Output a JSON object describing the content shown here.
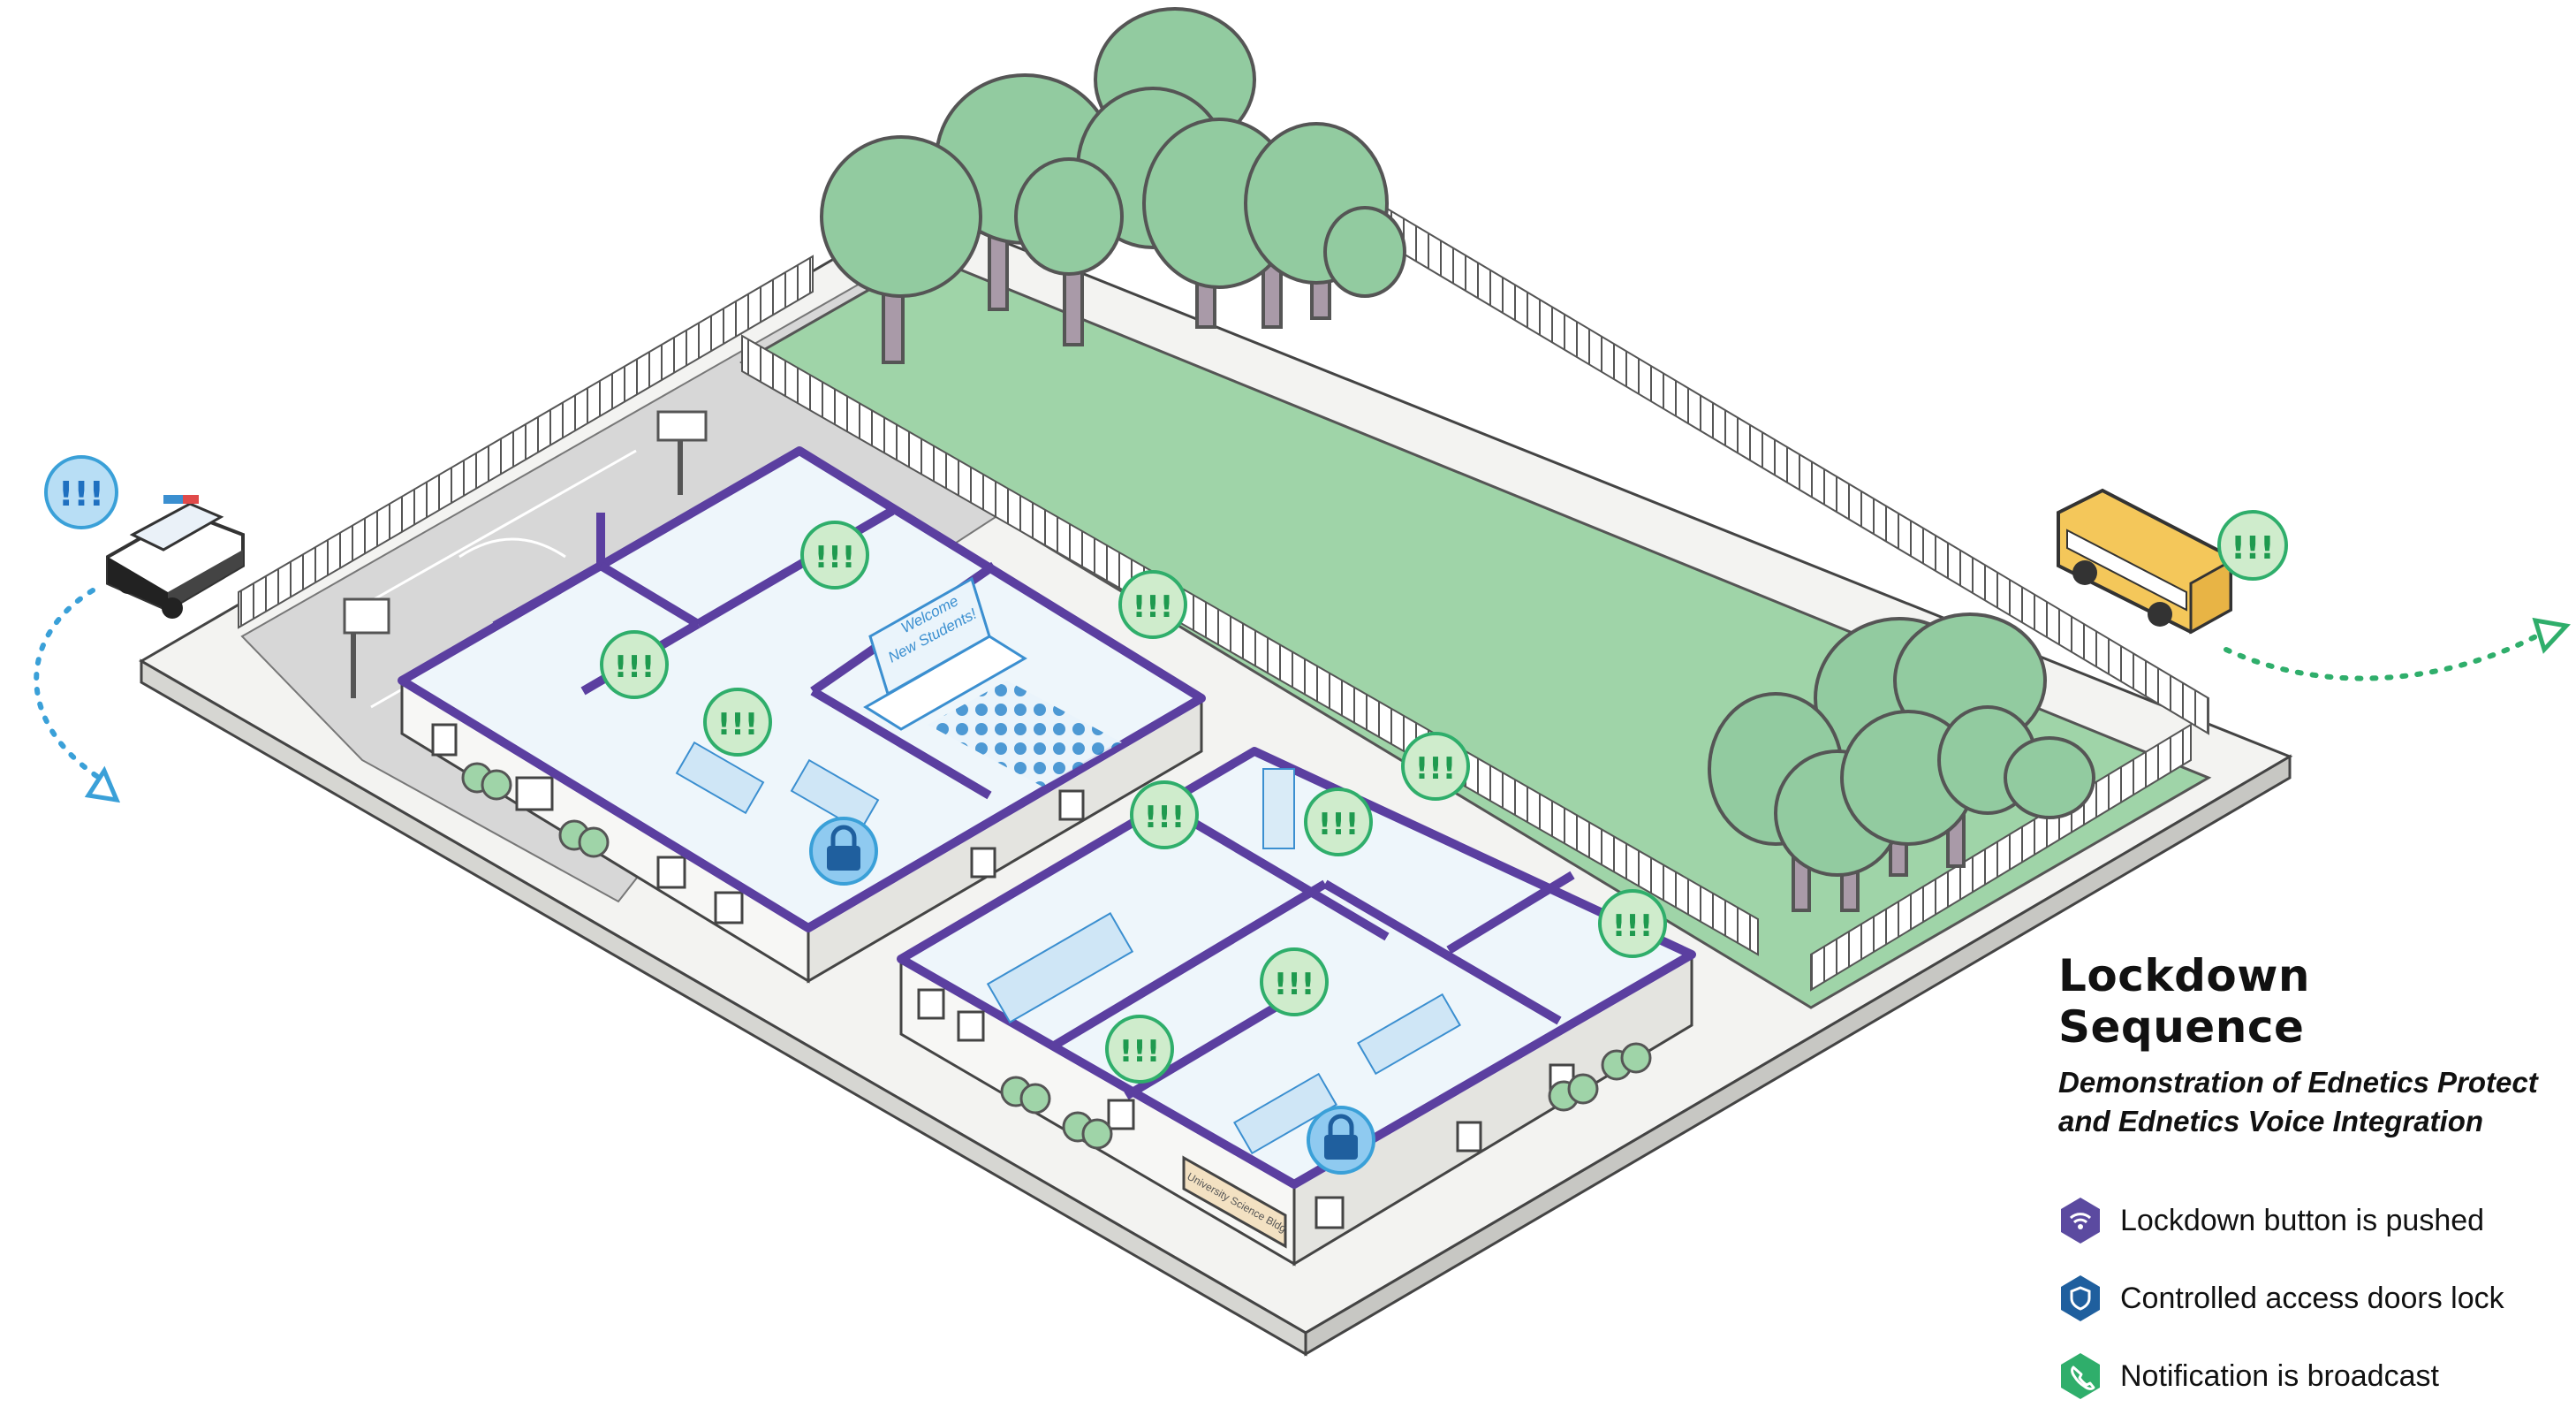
{
  "legend": {
    "title": "Lockdown Sequence",
    "subtitle_line1": "Demonstration of Ednetics Protect",
    "subtitle_line2": "and Ednetics Voice Integration",
    "items": [
      {
        "label": "Lockdown button is pushed",
        "icon": "wifi-icon",
        "color": "#5b4aa0"
      },
      {
        "label": "Controlled access doors lock",
        "icon": "shield-icon",
        "color": "#1f5f9e"
      },
      {
        "label": "Notification is broadcast",
        "icon": "phone-icon",
        "color": "#2fae6b"
      }
    ]
  },
  "alerts": {
    "text": "!!!"
  },
  "signs": {
    "welcome_line1": "Welcome",
    "welcome_line2": "New Students!",
    "building": "University Science Bldg"
  },
  "colors": {
    "lockdown_wall": "#5b3fa0",
    "grass": "#9fd4a8",
    "tree": "#92cba0",
    "alert_green": "#cfeccc",
    "alert_text": "#1f9a4f",
    "alert_blue": "#b8def5",
    "lock_blue": "#8fcaf0",
    "path_blue": "#3aa0d8",
    "path_green": "#2fae6b",
    "bus": "#f4c75a"
  }
}
